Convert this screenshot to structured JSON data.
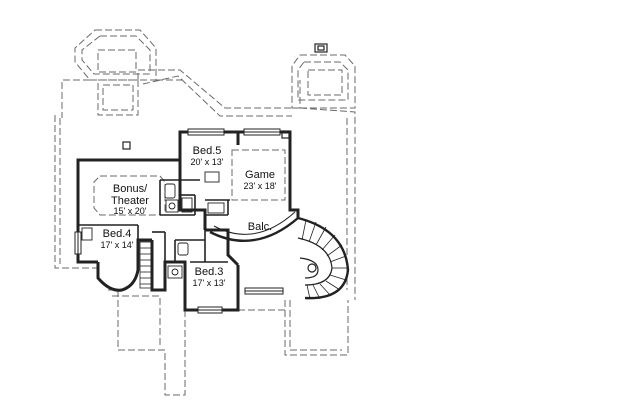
{
  "rooms": {
    "bed5": {
      "name": "Bed.5",
      "dims": "20' x 13'"
    },
    "game": {
      "name": "Game",
      "dims": "23' x 18'"
    },
    "bonus": {
      "name_line1": "Bonus/",
      "name_line2": "Theater",
      "dims": "15' x 20'"
    },
    "bed4": {
      "name": "Bed.4",
      "dims": "17' x 14'"
    },
    "balc": {
      "name": "Balc."
    },
    "bed3": {
      "name": "Bed.3",
      "dims": "17' x 13'"
    }
  },
  "colors": {
    "line": "#222222",
    "roof": "#6a6a6a",
    "background": "#ffffff"
  }
}
